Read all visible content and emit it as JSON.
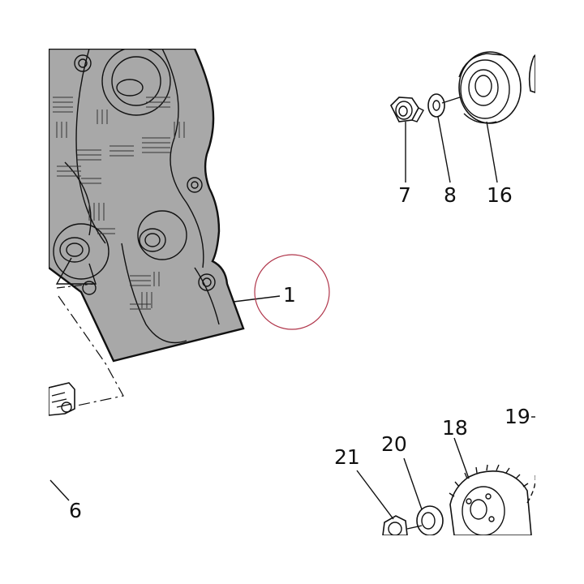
{
  "diagram": {
    "callouts": [
      {
        "id": "c1",
        "label": "1"
      },
      {
        "id": "c6",
        "label": "6"
      },
      {
        "id": "c7",
        "label": "7"
      },
      {
        "id": "c8",
        "label": "8"
      },
      {
        "id": "c16",
        "label": "16"
      },
      {
        "id": "c18",
        "label": "18"
      },
      {
        "id": "c19",
        "label": "19"
      },
      {
        "id": "c20",
        "label": "20"
      },
      {
        "id": "c21",
        "label": "21"
      }
    ],
    "colors": {
      "cover_fill": "#a8a8a8",
      "line": "#111111",
      "highlight_circle": "#b0354a"
    }
  }
}
